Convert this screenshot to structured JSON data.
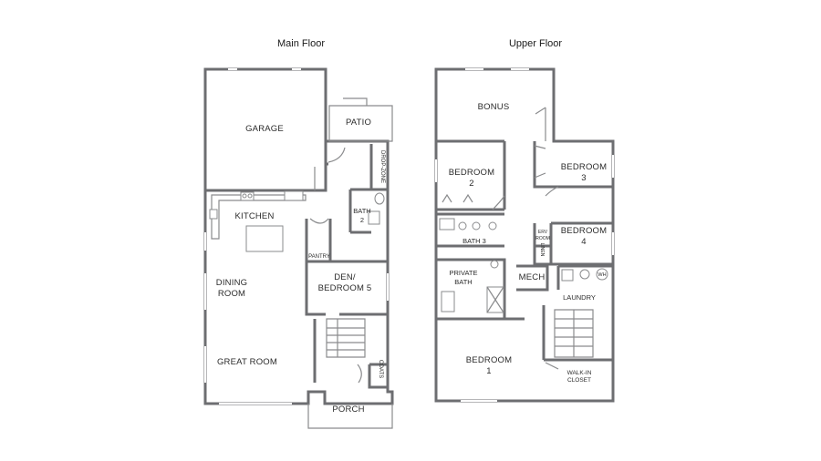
{
  "titles": {
    "main": "Main Floor",
    "upper": "Upper Floor"
  },
  "main_floor": {
    "garage": "GARAGE",
    "patio": "PATIO",
    "drop_zone": "DROP-ZONE",
    "kitchen": "KITCHEN",
    "bath2_a": "BATH",
    "bath2_b": "2",
    "pantry": "PANTRY",
    "den_a": "DEN/",
    "den_b": "BEDROOM 5",
    "dining_a": "DINING",
    "dining_b": "ROOM",
    "great_room": "GREAT ROOM",
    "coats": "COATS",
    "porch": "PORCH"
  },
  "upper_floor": {
    "bonus": "BONUS",
    "bedroom2_a": "BEDROOM",
    "bedroom2_b": "2",
    "bedroom3_a": "BEDROOM",
    "bedroom3_b": "3",
    "bath3": "BATH 3",
    "erv_a": "ERV",
    "erv_b": "ROOM",
    "linen": "LINEN",
    "bedroom4_a": "BEDROOM",
    "bedroom4_b": "4",
    "mech": "MECH",
    "wh": "WH",
    "private_bath_a": "PRIVATE",
    "private_bath_b": "BATH",
    "laundry": "LAUNDRY",
    "bedroom1_a": "BEDROOM",
    "bedroom1_b": "1",
    "walkin_a": "WALK-IN",
    "walkin_b": "CLOSET"
  },
  "colors": {
    "wall": "#6d6e71",
    "text": "#2b2b2b"
  }
}
